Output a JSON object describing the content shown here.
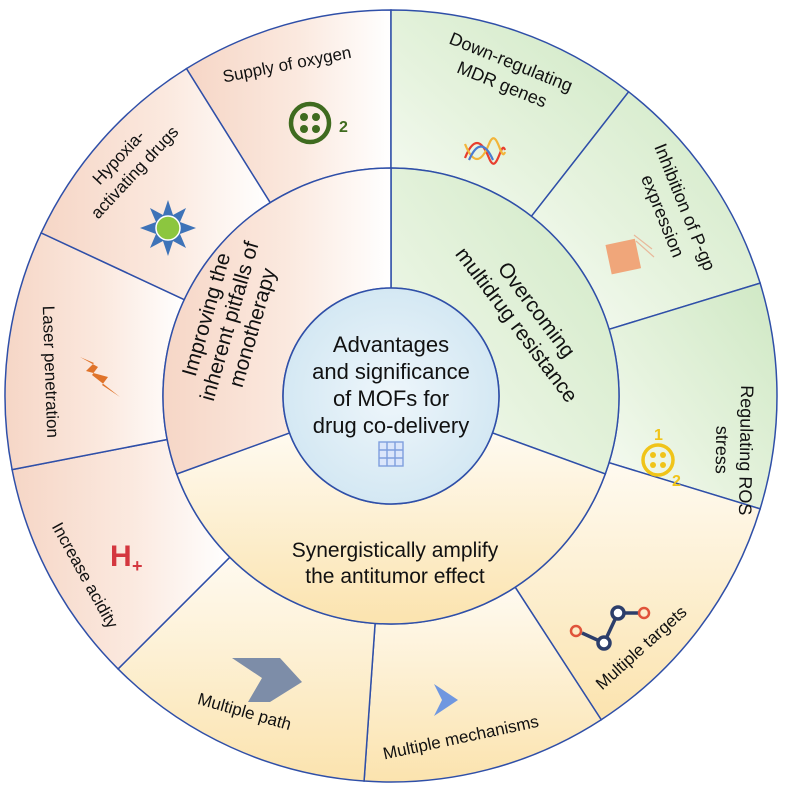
{
  "center": {
    "lines": [
      "Advantages",
      "and significance",
      "of MOFs for",
      "drug co-delivery"
    ],
    "icon": "mof-grid-icon"
  },
  "colors": {
    "outline": "#2f4fa8",
    "pitfalls_fill": "#f7ddd0",
    "mdr_fill": "#d5ecca",
    "synergy_fill": "#fbe8bf",
    "center_fill": "#dfeef6",
    "text": "#111111"
  },
  "categories": {
    "pitfalls": {
      "lines": [
        "Improving the",
        "inherent pitfalls of",
        "monotherapy"
      ]
    },
    "mdr": {
      "lines": [
        "Overcoming",
        "multidrug resistance"
      ]
    },
    "synergy": {
      "lines": [
        "Synergistically amplify",
        "the antitumor effect"
      ]
    }
  },
  "segments": [
    {
      "id": "supply-of-oxygen",
      "group": "pitfalls",
      "lines": [
        "Supply of oxygen"
      ],
      "icon": "oxygen-molecule-icon",
      "icon_text": "2"
    },
    {
      "id": "down-regulating-mdr-genes",
      "group": "mdr",
      "lines": [
        "Down-regulating",
        "MDR genes"
      ],
      "icon": "dna-helix-icon"
    },
    {
      "id": "inhibition-of-pgp",
      "group": "mdr",
      "lines": [
        "Inhibition of P-gp",
        "expression"
      ],
      "icon": "protein-block-icon"
    },
    {
      "id": "regulating-ros-stress",
      "group": "mdr",
      "lines": [
        "Regulating ROS",
        "stress"
      ],
      "icon": "singlet-oxygen-icon",
      "icon_text": [
        "1",
        "2"
      ]
    },
    {
      "id": "multiple-targets",
      "group": "synergy",
      "lines": [
        "Multiple targets"
      ],
      "icon": "molecule-targets-icon"
    },
    {
      "id": "multiple-mechanisms",
      "group": "synergy",
      "lines": [
        "Multiple mechanisms"
      ],
      "icon": "arrow-shape-icon"
    },
    {
      "id": "multiple-path",
      "group": "synergy",
      "lines": [
        "Multiple path"
      ],
      "icon": "chevron-shape-icon"
    },
    {
      "id": "increase-acidity",
      "group": "pitfalls",
      "lines": [
        "Increase acidity"
      ],
      "icon": "proton-icon",
      "icon_text": [
        "H",
        "+"
      ]
    },
    {
      "id": "laser-penetration",
      "group": "pitfalls",
      "lines": [
        "Laser penetration"
      ],
      "icon": "lightning-icon"
    },
    {
      "id": "hypoxia-activating-drugs",
      "group": "pitfalls",
      "lines": [
        "Hypoxia-",
        "activating drugs"
      ],
      "icon": "sun-star-icon"
    }
  ]
}
